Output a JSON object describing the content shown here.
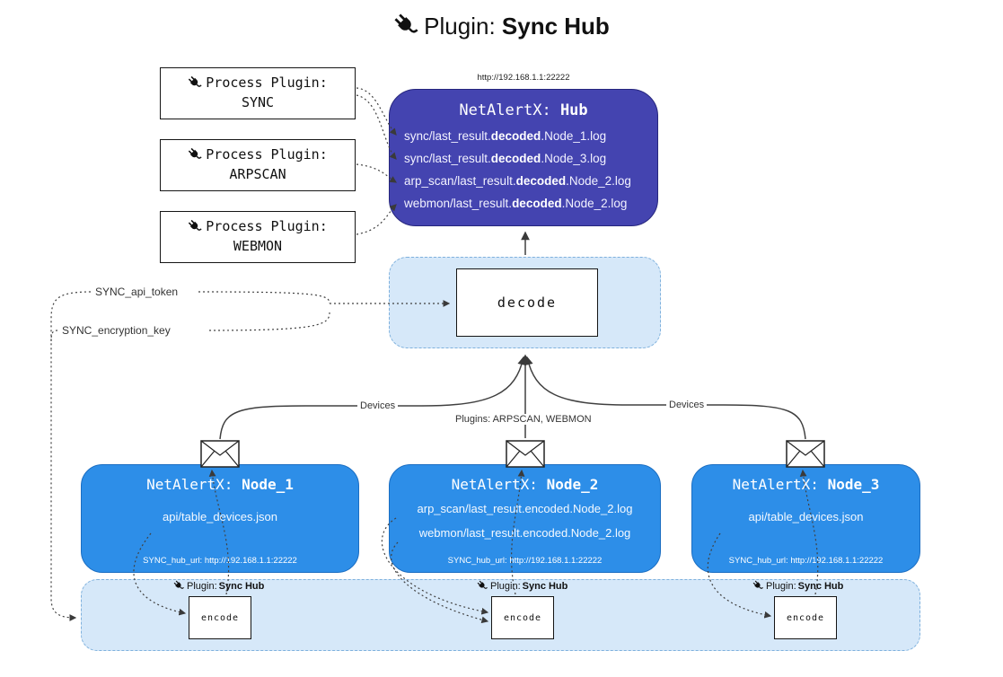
{
  "title": {
    "prefix": "Plugin: ",
    "bold": "Sync Hub"
  },
  "process_plugins": [
    {
      "label": "Process Plugin:",
      "name": "SYNC"
    },
    {
      "label": "Process Plugin:",
      "name": "ARPSCAN"
    },
    {
      "label": "Process Plugin:",
      "name": "WEBMON"
    }
  ],
  "hub": {
    "url": "http://192.168.1.1:22222",
    "title_prefix": "NetAlertX: ",
    "title_bold": "Hub",
    "logs": [
      {
        "pre": "sync/last_result.",
        "bold": "decoded",
        "post": ".Node_1.log"
      },
      {
        "pre": "sync/last_result.",
        "bold": "decoded",
        "post": ".Node_3.log"
      },
      {
        "pre": "arp_scan/last_result.",
        "bold": "decoded",
        "post": ".Node_2.log"
      },
      {
        "pre": "webmon/last_result.",
        "bold": "decoded",
        "post": ".Node_2.log"
      }
    ]
  },
  "decode_label": "decode",
  "config": {
    "api_token": "SYNC_api_token",
    "encryption_key": "SYNC_encryption_key"
  },
  "edges": {
    "devices_left": "Devices",
    "devices_right": "Devices",
    "plugins_middle": "Plugins: ARPSCAN, WEBMON"
  },
  "nodes": [
    {
      "title_prefix": "NetAlertX: ",
      "title_bold": "Node_1",
      "lines": [
        "api/table_devices.json"
      ],
      "hub_url": "SYNC_hub_url: http://192.168.1.1:22222"
    },
    {
      "title_prefix": "NetAlertX: ",
      "title_bold": "Node_2",
      "lines": [
        "arp_scan/last_result.encoded.Node_2.log",
        "webmon/last_result.encoded.Node_2.log"
      ],
      "hub_url": "SYNC_hub_url: http://192.168.1.1:22222"
    },
    {
      "title_prefix": "NetAlertX: ",
      "title_bold": "Node_3",
      "lines": [
        "api/table_devices.json"
      ],
      "hub_url": "SYNC_hub_url: http://192.168.1.1:22222"
    }
  ],
  "encoders": [
    {
      "label_prefix": "Plugin: ",
      "label_bold": "Sync Hub",
      "box_label": "encode"
    },
    {
      "label_prefix": "Plugin: ",
      "label_bold": "Sync Hub",
      "box_label": "encode"
    },
    {
      "label_prefix": "Plugin: ",
      "label_bold": "Sync Hub",
      "box_label": "encode"
    }
  ],
  "colors": {
    "hub_bg": "#4444b0",
    "node_bg": "#2d8ee8",
    "container_bg": "#d6e8f9",
    "line": "#404040"
  }
}
